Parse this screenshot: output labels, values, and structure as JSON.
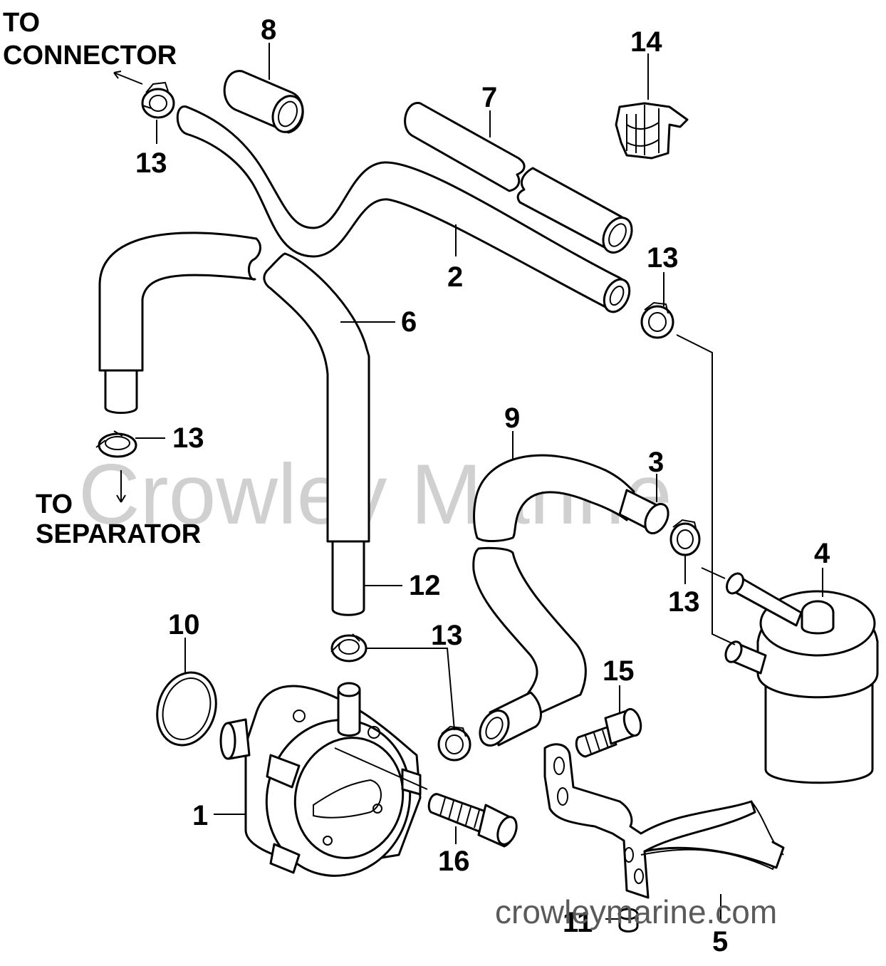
{
  "diagram": {
    "labels": {
      "to_connector_1": "TO",
      "to_connector_2": "CONNECTOR",
      "to_separator_1": "TO",
      "to_separator_2": "SEPARATOR"
    },
    "part_numbers": {
      "p1": "1",
      "p2": "2",
      "p3": "3",
      "p4": "4",
      "p5": "5",
      "p6": "6",
      "p7": "7",
      "p8": "8",
      "p9": "9",
      "p10": "10",
      "p11": "11",
      "p12": "12",
      "p13a": "13",
      "p13b": "13",
      "p13c": "13",
      "p13d": "13",
      "p13e": "13",
      "p14": "14",
      "p15": "15",
      "p16": "16"
    },
    "watermark": "Crowley Marine",
    "footer_url": "crowleymarine.com"
  }
}
